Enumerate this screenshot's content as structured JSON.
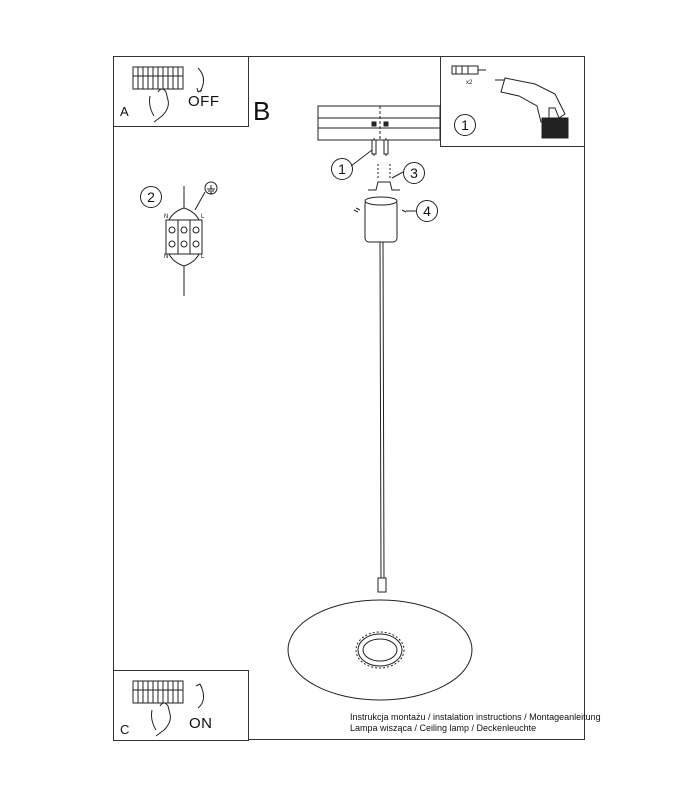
{
  "panels": {
    "a": {
      "letter": "A",
      "state": "OFF"
    },
    "b": {
      "letter": "B"
    },
    "c": {
      "letter": "C",
      "state": "ON"
    }
  },
  "callouts": {
    "tools": "1",
    "screw": "1",
    "wiring": "2",
    "bracket": "3",
    "nut": "4"
  },
  "quantity": "x2",
  "terminal_labels": {
    "n": "N",
    "l": "L"
  },
  "caption": {
    "line1": "Instrukcja montażu / instalation instructions / Montageanleitung",
    "line2": "Lampa wisząca / Ceiling lamp / Deckenleuchte"
  }
}
